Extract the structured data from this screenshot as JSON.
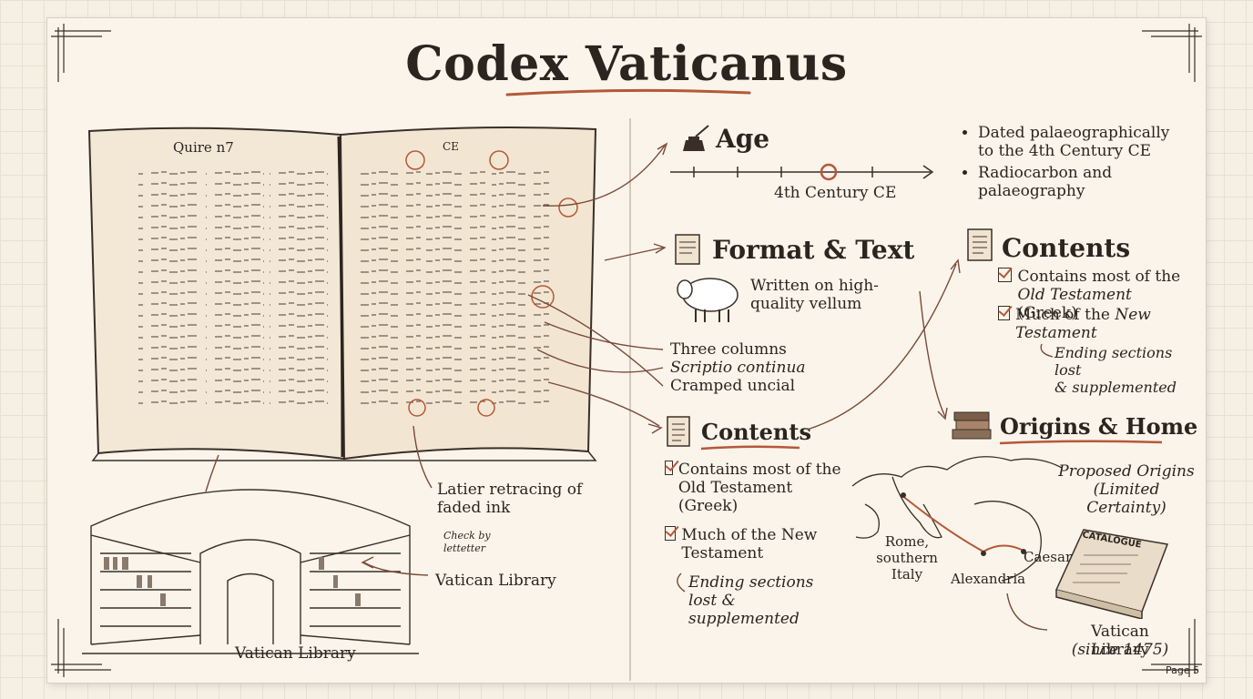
{
  "title": "Codex Vaticanus",
  "page_label": "Page 5",
  "manuscript": {
    "quire_label": "Quire n7",
    "ce_label": "CE",
    "annotations": {
      "retracing": "Latier retracing of faded ink",
      "check_note": "Check by lettetter",
      "library_arrow_label": "Vatican Library",
      "library_caption": "Vatican Library"
    },
    "features": [
      "Three columns",
      "Scriptio continua",
      "Cramped uncial"
    ]
  },
  "age": {
    "heading": "Age",
    "timeline_label": "4th Century CE",
    "bullets": [
      "Dated palaeographically to the 4th Century CE",
      "Radiocarbon and palaeography"
    ]
  },
  "format": {
    "heading": "Format & Text",
    "vellum_text": "Written on high-quality vellum"
  },
  "contents_left": {
    "heading": "Contents",
    "item1": "Contains most of the Old Testament (Greek)",
    "item2": "Much of the New Testament",
    "note": "Ending sections lost & supplemented"
  },
  "contents_right": {
    "heading": "Contents",
    "item1_a": "Contains most of the",
    "item1_b": "Old Testament",
    "item1_c": " (Greek)",
    "item2_a": "Much of the ",
    "item2_b": "New Testament",
    "note_a": "Ending sections lost",
    "note_b": "& supplemented"
  },
  "origins": {
    "heading": "Origins & Home",
    "proposed": "Proposed Origins (Limited Certainty)",
    "rome": "Rome, southern Italy",
    "alexandria": "Alexandria",
    "caesarea": "Caesarea",
    "home": "Vatican Library",
    "home_since": "(since 1475)",
    "catalogue": "CATALOGUE"
  },
  "colors": {
    "accent": "#b5583a",
    "ink": "#2b2520",
    "paper": "#faf4ea"
  }
}
